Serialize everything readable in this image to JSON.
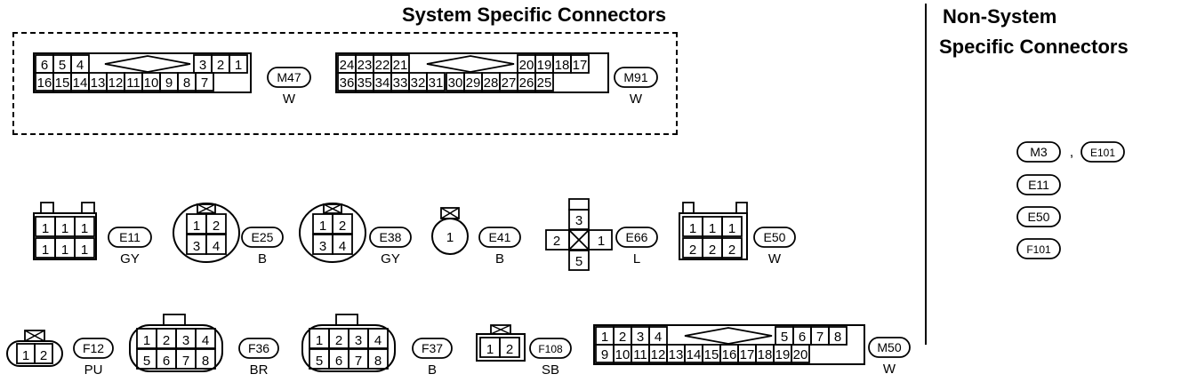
{
  "titles": {
    "system": "System Specific Connectors",
    "nonsystem_line1": "Non-System",
    "nonsystem_line2": "Specific Connectors"
  },
  "connectors": {
    "M47": {
      "id": "M47",
      "color": "W",
      "top": [
        "6",
        "5",
        "4",
        "3",
        "2",
        "1"
      ],
      "bottom": [
        "16",
        "15",
        "14",
        "13",
        "12",
        "11",
        "10",
        "9",
        "8",
        "7"
      ]
    },
    "M91": {
      "id": "M91",
      "color": "W",
      "top": [
        "24",
        "23",
        "22",
        "21",
        "20",
        "19",
        "18",
        "17"
      ],
      "bottom": [
        "36",
        "35",
        "34",
        "33",
        "32",
        "31",
        "30",
        "29",
        "28",
        "27",
        "26",
        "25"
      ]
    },
    "E11": {
      "id": "E11",
      "color": "GY",
      "top": [
        "1",
        "1",
        "1"
      ],
      "bottom": [
        "1",
        "1",
        "1"
      ]
    },
    "E25": {
      "id": "E25",
      "color": "B",
      "top": [
        "1",
        "2"
      ],
      "bottom": [
        "3",
        "4"
      ]
    },
    "E38": {
      "id": "E38",
      "color": "GY",
      "top": [
        "1",
        "2"
      ],
      "bottom": [
        "3",
        "4"
      ]
    },
    "E41": {
      "id": "E41",
      "color": "B",
      "pins": [
        "1"
      ]
    },
    "E66": {
      "id": "E66",
      "color": "L",
      "top": "3",
      "left": "2",
      "right": "1",
      "bottom": "5"
    },
    "E50": {
      "id": "E50",
      "color": "W",
      "top": [
        "1",
        "1",
        "1"
      ],
      "bottom": [
        "2",
        "2",
        "2"
      ]
    },
    "F12": {
      "id": "F12",
      "color": "PU",
      "pins": [
        "1",
        "2"
      ]
    },
    "F36": {
      "id": "F36",
      "color": "BR",
      "top": [
        "1",
        "2",
        "3",
        "4"
      ],
      "bottom": [
        "5",
        "6",
        "7",
        "8"
      ]
    },
    "F37": {
      "id": "F37",
      "color": "B",
      "top": [
        "1",
        "2",
        "3",
        "4"
      ],
      "bottom": [
        "5",
        "6",
        "7",
        "8"
      ]
    },
    "F108": {
      "id": "F108",
      "color": "SB",
      "pins": [
        "1",
        "2"
      ]
    },
    "M50": {
      "id": "M50",
      "color": "W",
      "top": [
        "1",
        "2",
        "3",
        "4",
        "5",
        "6",
        "7",
        "8"
      ],
      "bottom": [
        "9",
        "10",
        "11",
        "12",
        "13",
        "14",
        "15",
        "16",
        "17",
        "18",
        "19",
        "20"
      ]
    }
  },
  "nonsystem_list": {
    "row1": [
      "M3",
      "E101"
    ],
    "separator": ",",
    "rows": [
      "E11",
      "E50",
      "F101"
    ]
  }
}
